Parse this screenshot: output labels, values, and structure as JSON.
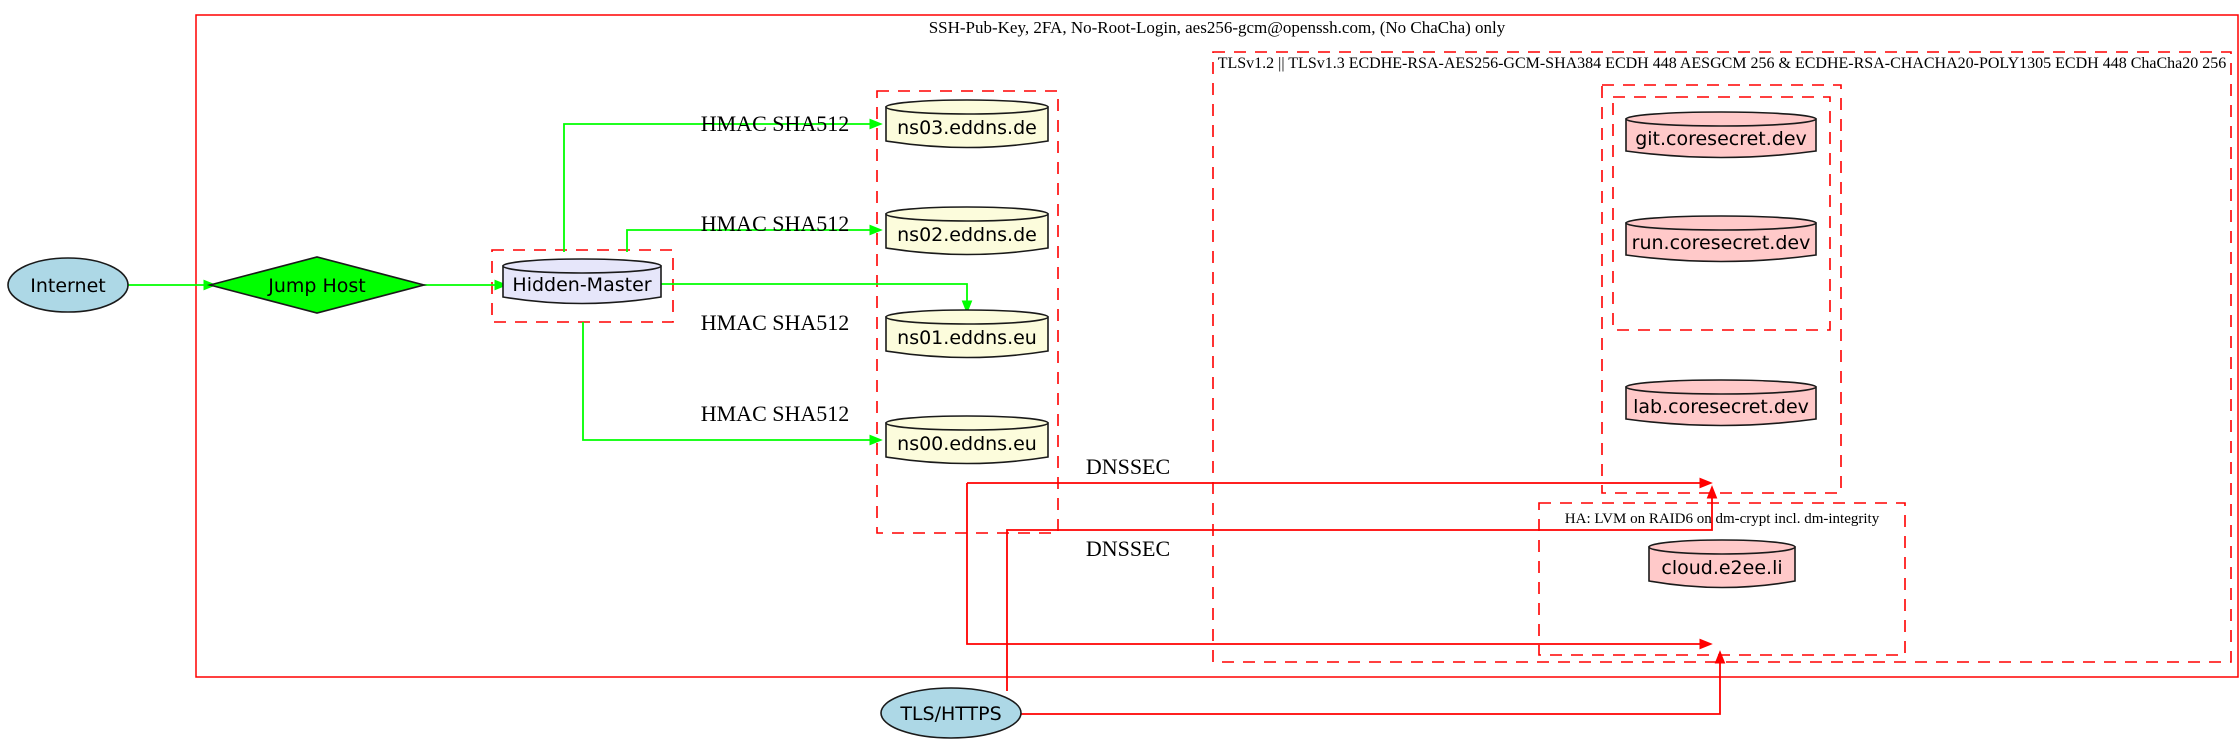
{
  "diagram": {
    "clusters": {
      "ssh": {
        "label": "SSH-Pub-Key, 2FA, No-Root-Login, aes256-gcm@openssh.com, (No ChaCha) only"
      },
      "tls": {
        "label": "TLSv1.2 || TLSv1.3 ECDHE-RSA-AES256-GCM-SHA384 ECDH 448 AESGCM 256 & ECDHE-RSA-CHACHA20-POLY1305 ECDH 448 ChaCha20 256"
      },
      "ha": {
        "label": "HA: LVM on RAID6 on dm-crypt incl. dm-integrity"
      }
    },
    "nodes": {
      "internet": {
        "label": "Internet",
        "shape": "ellipse"
      },
      "jump_host": {
        "label": "Jump Host",
        "shape": "diamond"
      },
      "hidden_master": {
        "label": "Hidden-Master",
        "shape": "cylinder"
      },
      "ns03": {
        "label": "ns03.eddns.de",
        "shape": "cylinder"
      },
      "ns02": {
        "label": "ns02.eddns.de",
        "shape": "cylinder"
      },
      "ns01": {
        "label": "ns01.eddns.eu",
        "shape": "cylinder"
      },
      "ns00": {
        "label": "ns00.eddns.eu",
        "shape": "cylinder"
      },
      "git": {
        "label": "git.coresecret.dev",
        "shape": "cylinder"
      },
      "run": {
        "label": "run.coresecret.dev",
        "shape": "cylinder"
      },
      "lab": {
        "label": "lab.coresecret.dev",
        "shape": "cylinder"
      },
      "cloud": {
        "label": "cloud.e2ee.li",
        "shape": "cylinder"
      },
      "tls_https": {
        "label": "TLS/HTTPS",
        "shape": "ellipse"
      }
    },
    "edge_labels": {
      "hmac_ns03": "HMAC SHA512",
      "hmac_ns02": "HMAC SHA512",
      "hmac_ns01": "HMAC SHA512",
      "hmac_ns00": "HMAC SHA512",
      "dnssec_top": "DNSSEC",
      "dnssec_bottom": "DNSSEC"
    },
    "colors": {
      "edge_secure_green": "#00ff00",
      "edge_alert_red": "#ff0000",
      "box_red": "#ff0000",
      "node_lightblue": "#add8e6",
      "node_green": "#00ff00",
      "node_lavender": "#e6e6fa",
      "node_lightyellow": "#fcfcdc",
      "node_pink": "#ffc9c9"
    }
  }
}
